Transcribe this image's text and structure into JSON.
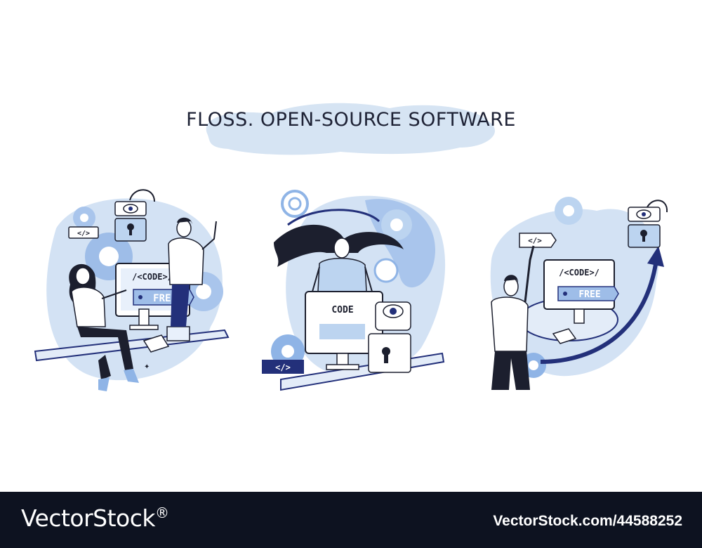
{
  "title": "FLOSS. OPEN-SOURCE SOFTWARE",
  "colors": {
    "blob": "#cfe0f1",
    "light_blue": "#bcd4f0",
    "mid_blue": "#8fb4e6",
    "navy": "#23307a",
    "dark": "#1c1f2e",
    "white": "#ffffff"
  },
  "scene_left": {
    "monitor_text": "/<CODE>/",
    "badge_text": "FREE",
    "code_tag": "</>"
  },
  "scene_center": {
    "monitor_text": "CODE",
    "code_tag": "</>"
  },
  "scene_right": {
    "monitor_text": "/<CODE>/",
    "badge_text": "FREE",
    "code_tag": "</>"
  },
  "footer": {
    "brand": "VectorStock",
    "brand_mark": "®",
    "image_id": "VectorStock.com/44588252"
  }
}
